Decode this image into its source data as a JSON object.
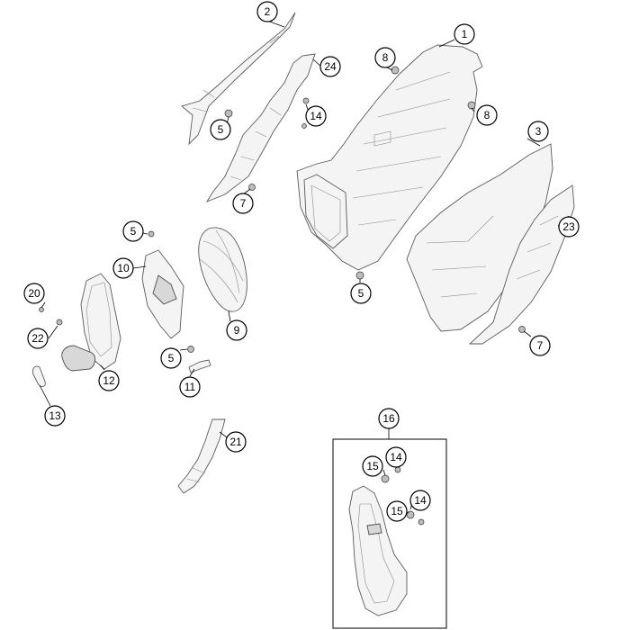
{
  "callouts": [
    "1",
    "2",
    "3",
    "5",
    "5",
    "5",
    "5",
    "7",
    "7",
    "8",
    "8",
    "9",
    "10",
    "11",
    "12",
    "13",
    "14",
    "14",
    "14",
    "15",
    "15",
    "16",
    "20",
    "21",
    "22",
    "23",
    "24"
  ]
}
